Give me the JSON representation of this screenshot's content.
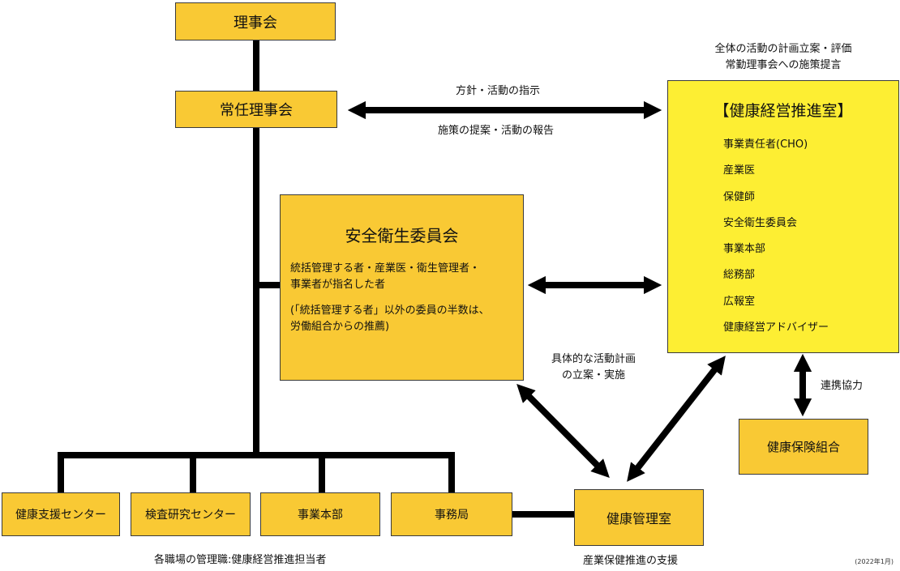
{
  "boxes": {
    "board": "理事会",
    "standing_board": "常任理事会",
    "health_office": "健康管理室",
    "insurance_union": "健康保険組合"
  },
  "departments": [
    "健康支援センター",
    "検査研究センター",
    "事業本部",
    "事務局"
  ],
  "committee": {
    "title": "安全衛生委員会",
    "desc1": "統括管理する者・産業医・衛生管理者・\n事業者が指名した者",
    "desc2": "(「統括管理する者」以外の委員の半数は、\n労働組合からの推薦)"
  },
  "promotion": {
    "role_note": "全体の活動の計画立案・評価\n常勤理事会への施策提言",
    "title": "【健康経営推進室】",
    "members": [
      "事業責任者(CHO)",
      "産業医",
      "保健師",
      "安全衛生委員会",
      "事業本部",
      "総務部",
      "広報室",
      "健康経営アドバイザー"
    ]
  },
  "labels": {
    "policy_instruction": "方針・活動の指示",
    "measure_report": "施策の提案・活動の報告",
    "concrete_plan": "具体的な活動計画\nの立案・実施",
    "cooperation": "連携協力",
    "workplace_managers": "各職場の管理職:健康経営推進担当者",
    "industrial_health_support": "産業保健推進の支援",
    "date": "(2022年1月)"
  },
  "colors": {
    "box_fill": "#f9c934",
    "promotion_fill": "#fdee33",
    "line": "#000000"
  }
}
